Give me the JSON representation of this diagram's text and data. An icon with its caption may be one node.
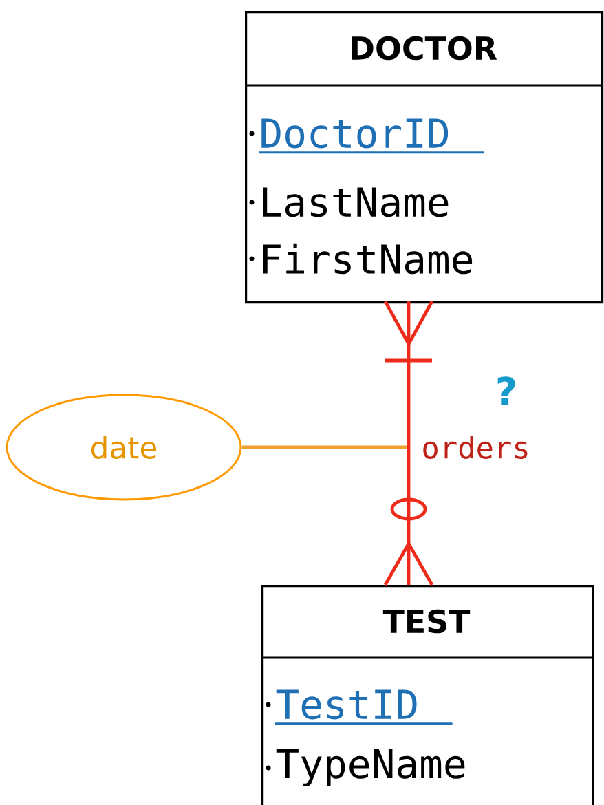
{
  "diagram": {
    "nodes": [
      {
        "text": [
          "DOCTOR",
          "DoctorID",
          "LastName",
          "FirstName"
        ]
      },
      {
        "text": [
          "TEST",
          "TestID",
          "TypeName"
        ]
      },
      {
        "text": [
          "date"
        ]
      }
    ],
    "edges": [
      {
        "from": 0,
        "to": 1,
        "arrow": "other",
        "label": "orders",
        "color": "#ee2a1b"
      },
      {
        "from": 2,
        "to": null,
        "arrow": "none",
        "color": "#f0a030"
      }
    ],
    "labels": [
      "?"
    ]
  }
}
